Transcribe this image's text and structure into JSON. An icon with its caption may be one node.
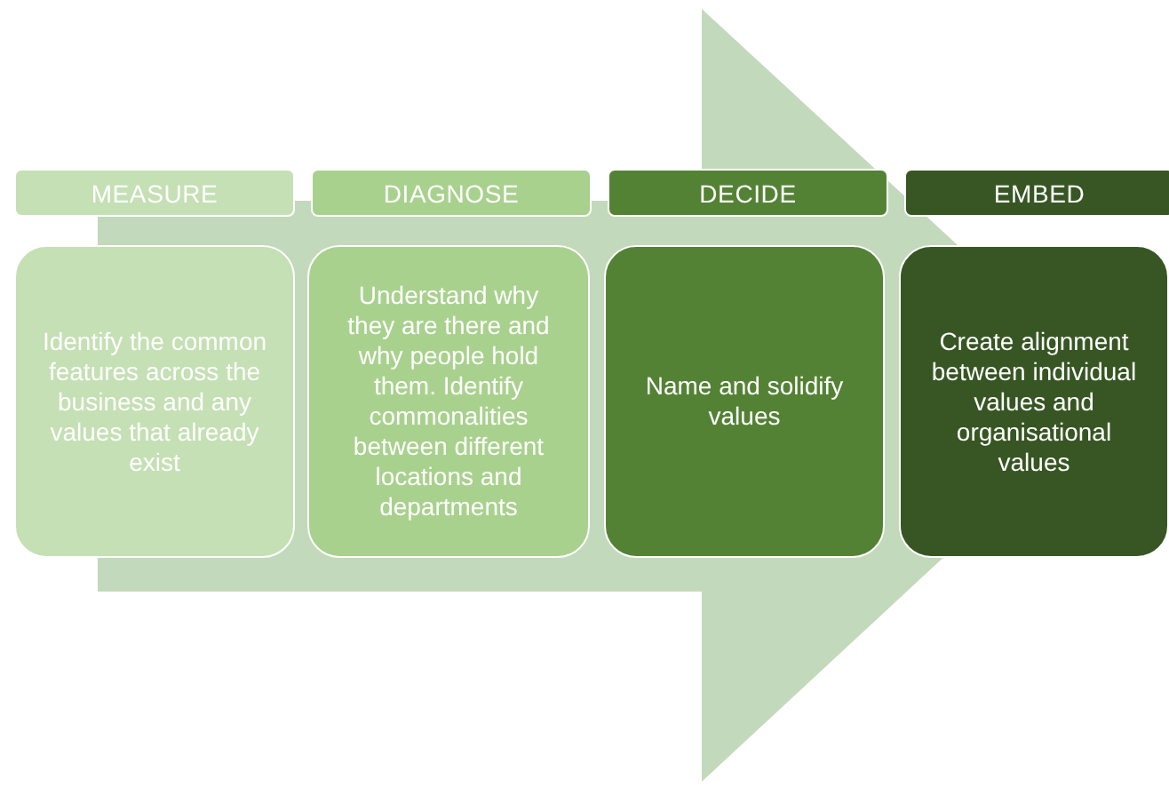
{
  "diagram": {
    "nodes": [
      {
        "text": [
          "MEASURE"
        ]
      },
      {
        "text": [
          "DIAGNOSE"
        ]
      },
      {
        "text": [
          "DECIDE"
        ]
      },
      {
        "text": [
          "EMBED"
        ]
      },
      {
        "text": [
          "Identify the common features across the business and any values that already exist"
        ]
      },
      {
        "text": [
          "Understand why they are there and why people hold them. Identify commonalities between different locations and departments"
        ]
      },
      {
        "text": [
          "Name and solidify values"
        ]
      },
      {
        "text": [
          "Create alignment between individual values and organisational values"
        ]
      }
    ],
    "edges": [
      {
        "from": 4,
        "to": 7,
        "arrow": "to"
      }
    ]
  }
}
